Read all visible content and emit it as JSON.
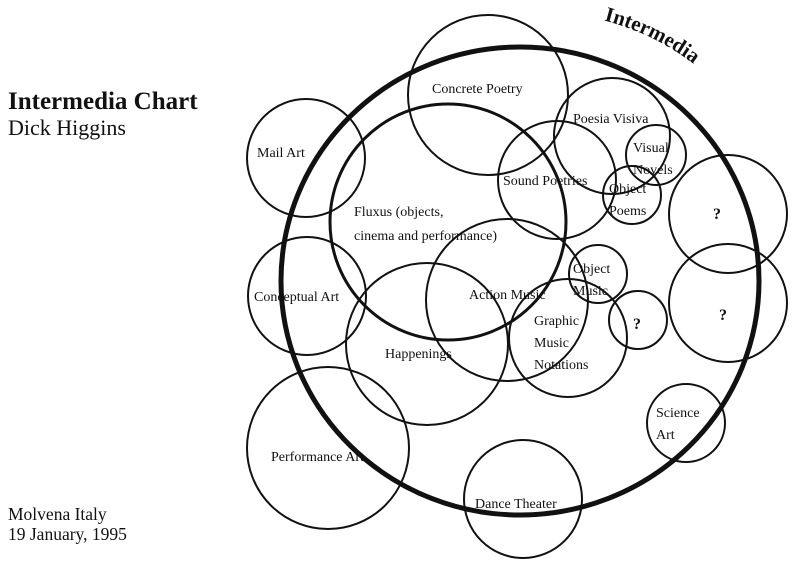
{
  "header": {
    "title": "Intermedia Chart",
    "author": "Dick Higgins"
  },
  "footer": {
    "place": "Molvena Italy",
    "date": "19 January, 1995"
  },
  "diagram": {
    "container_label": "Intermedia",
    "stroke_color": "#111111",
    "background_color": "#ffffff",
    "fields": [
      {
        "id": "concrete-poetry",
        "lines": [
          "Concrete Poetry"
        ]
      },
      {
        "id": "mail-art",
        "lines": [
          "Mail Art"
        ]
      },
      {
        "id": "fluxus",
        "lines": [
          "Fluxus (objects,",
          "cinema and performance)"
        ]
      },
      {
        "id": "poesia-visiva",
        "lines": [
          "Poesia Visiva"
        ]
      },
      {
        "id": "visual-novels",
        "lines": [
          "Visual",
          "Novels"
        ]
      },
      {
        "id": "sound-poetries",
        "lines": [
          "Sound Poetries"
        ]
      },
      {
        "id": "object-poems",
        "lines": [
          "Object",
          "Poems"
        ]
      },
      {
        "id": "unknown-1",
        "lines": [
          "?"
        ]
      },
      {
        "id": "conceptual-art",
        "lines": [
          "Conceptual Art"
        ]
      },
      {
        "id": "action-music",
        "lines": [
          "Action Music"
        ]
      },
      {
        "id": "object-music",
        "lines": [
          "Object",
          "Music"
        ]
      },
      {
        "id": "unknown-2",
        "lines": [
          "?"
        ]
      },
      {
        "id": "unknown-3",
        "lines": [
          "?"
        ]
      },
      {
        "id": "happenings",
        "lines": [
          "Happenings"
        ]
      },
      {
        "id": "graphic-music-notations",
        "lines": [
          "Graphic",
          "Music",
          "Notations"
        ]
      },
      {
        "id": "performance-art",
        "lines": [
          "Performance Art"
        ]
      },
      {
        "id": "science-art",
        "lines": [
          "Science",
          "Art"
        ]
      },
      {
        "id": "dance-theater",
        "lines": [
          "Dance Theater"
        ]
      }
    ]
  }
}
